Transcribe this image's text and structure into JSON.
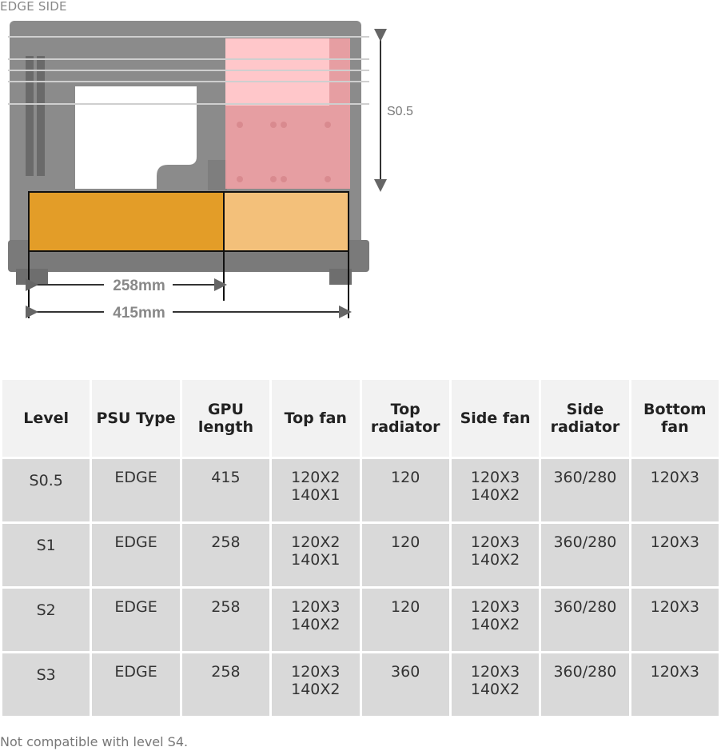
{
  "diagram": {
    "title": "EDGE SIDE",
    "height_label": "S0.5",
    "gpu_label_short": "258mm",
    "gpu_label_long": "415mm",
    "colors": {
      "case_body": "#8a8a8a",
      "case_dark": "#6f6f6f",
      "red_zone": "#f2a3a3",
      "red_zone_bright": "#ffc4c4",
      "orange_zone": "#e39d28",
      "light_orange_zone": "#f5c680",
      "dimension": "#777777"
    }
  },
  "table": {
    "headers": [
      "Level",
      "PSU Type",
      "GPU length",
      "Top fan",
      "Top radiator",
      "Side fan",
      "Side radiator",
      "Bottom fan"
    ],
    "header_lines": [
      [
        "Level"
      ],
      [
        "PSU Type"
      ],
      [
        "GPU",
        "length"
      ],
      [
        "Top fan"
      ],
      [
        "Top",
        "radiator"
      ],
      [
        "Side fan"
      ],
      [
        "Side",
        "radiator"
      ],
      [
        "Bottom",
        "fan"
      ]
    ],
    "rows": [
      [
        [
          "S0.5"
        ],
        [
          "EDGE"
        ],
        [
          "415"
        ],
        [
          "120X2",
          "140X1"
        ],
        [
          "120"
        ],
        [
          "120X3",
          "140X2"
        ],
        [
          "360/280"
        ],
        [
          "120X3"
        ]
      ],
      [
        [
          "S1"
        ],
        [
          "EDGE"
        ],
        [
          "258"
        ],
        [
          "120X2",
          "140X1"
        ],
        [
          "120"
        ],
        [
          "120X3",
          "140X2"
        ],
        [
          "360/280"
        ],
        [
          "120X3"
        ]
      ],
      [
        [
          "S2"
        ],
        [
          "EDGE"
        ],
        [
          "258"
        ],
        [
          "120X3",
          "140X2"
        ],
        [
          "120"
        ],
        [
          "120X3",
          "140X2"
        ],
        [
          "360/280"
        ],
        [
          "120X3"
        ]
      ],
      [
        [
          "S3"
        ],
        [
          "EDGE"
        ],
        [
          "258"
        ],
        [
          "120X3",
          "140X2"
        ],
        [
          "360"
        ],
        [
          "120X3",
          "140X2"
        ],
        [
          "360/280"
        ],
        [
          "120X3"
        ]
      ]
    ]
  },
  "footnote": "Not compatible with level S4."
}
